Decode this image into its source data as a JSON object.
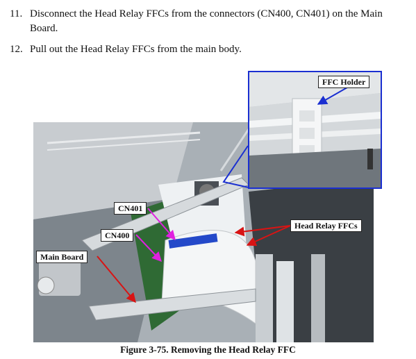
{
  "steps": [
    {
      "number": "11.",
      "text": "Disconnect the Head Relay FFCs from the connectors (CN400, CN401) on the Main Board."
    },
    {
      "number": "12.",
      "text": "Pull out the Head Relay FFCs from the main body."
    }
  ],
  "figure": {
    "callouts": {
      "ffc_holder": "FFC Holder",
      "cn401": "CN401",
      "cn400": "CN400",
      "main_board": "Main Board",
      "head_relay_ffcs": "Head Relay FFCs"
    },
    "caption": "Figure 3-75.  Removing the Head Relay FFC"
  },
  "colors": {
    "inset_border": "#1a2fd1",
    "arrow_red": "#d81414",
    "arrow_magenta": "#e020e0",
    "arrow_blue": "#1a2fd1"
  }
}
